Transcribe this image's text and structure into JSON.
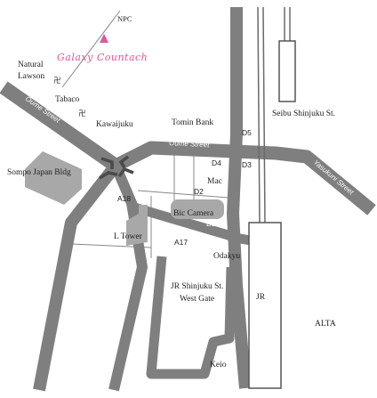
{
  "map": {
    "title": "Galaxy Countach",
    "npc": "NPC",
    "accent_color": "#e0559b",
    "road_color": "#7f7f7f",
    "landmarks": {
      "natural_lawson_1": "Natural",
      "natural_lawson_2": "Lawson",
      "tabaco": "Tabaco",
      "kawaijuku": "Kawaijuku",
      "tomin_bank": "Tomin Bank",
      "sompo": "Sompo Japan Bldg",
      "mac": "Mac",
      "bic_camera": "Bic Camera",
      "l_tower": "L Tower",
      "odakyu": "Odakyu",
      "jr_west_1": "JR Shinjuku St.",
      "jr_west_2": "West Gate",
      "jr": "JR",
      "alta": "ALTA",
      "keio": "Keio",
      "seibu": "Seibu Shinjuku St."
    },
    "roads": {
      "ome_street_left": "Oume Street",
      "ome_street_center": "Oume Street",
      "yasukuni": "Yasukuni Street"
    },
    "gates": {
      "d5": "D5",
      "d4": "D4",
      "d3": "D3",
      "d2": "D2",
      "a18": "A18",
      "b18": "B18",
      "a17": "A17"
    },
    "icons": {
      "temple_1": "卍",
      "temple_2": "卍"
    }
  }
}
